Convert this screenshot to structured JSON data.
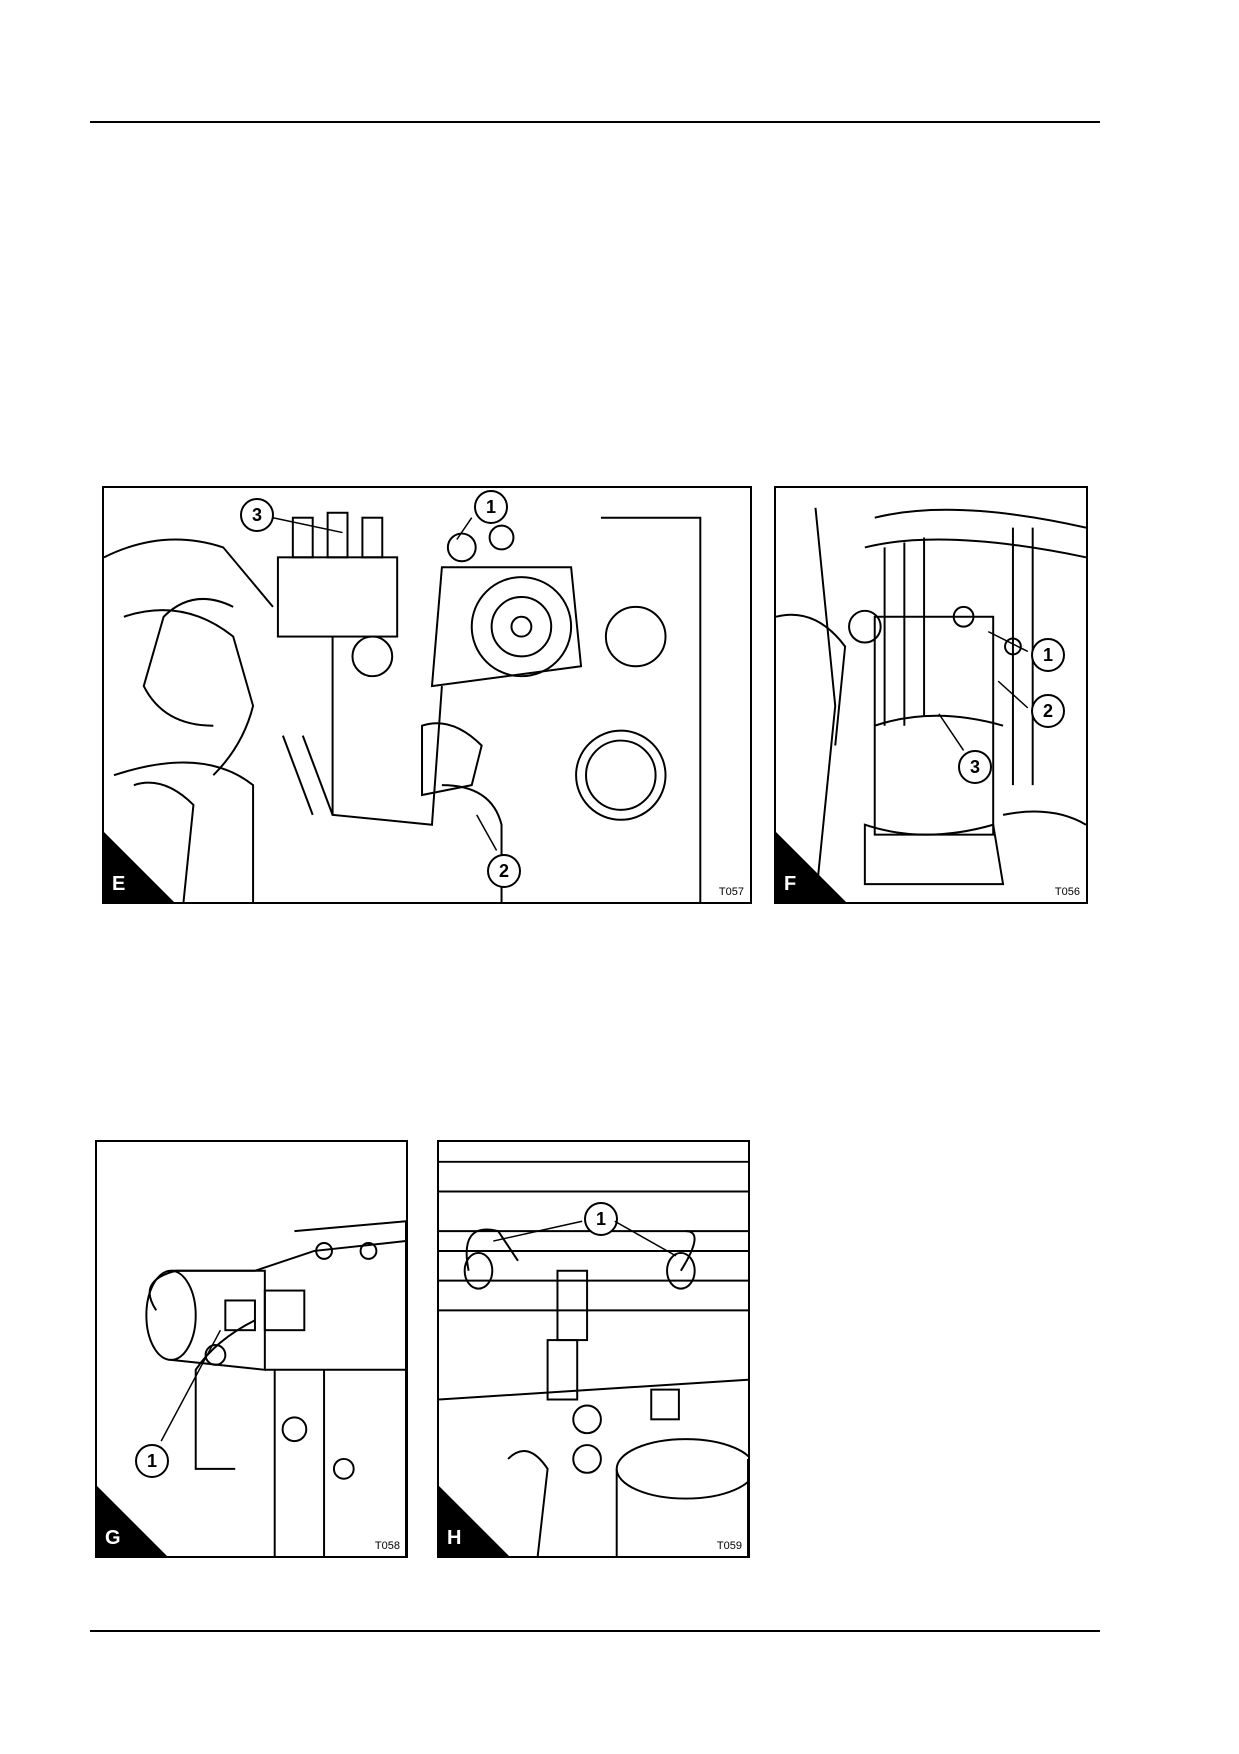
{
  "figures": [
    {
      "id": "E",
      "letter": "E",
      "ref": "T057",
      "callouts": [
        "1",
        "2",
        "3"
      ]
    },
    {
      "id": "F",
      "letter": "F",
      "ref": "T056",
      "callouts": [
        "1",
        "2",
        "3"
      ]
    },
    {
      "id": "G",
      "letter": "G",
      "ref": "T058",
      "callouts": [
        "1"
      ]
    },
    {
      "id": "H",
      "letter": "H",
      "ref": "T059",
      "callouts": [
        "1"
      ]
    }
  ],
  "colors": {
    "ink": "#000000",
    "paper": "#ffffff"
  }
}
